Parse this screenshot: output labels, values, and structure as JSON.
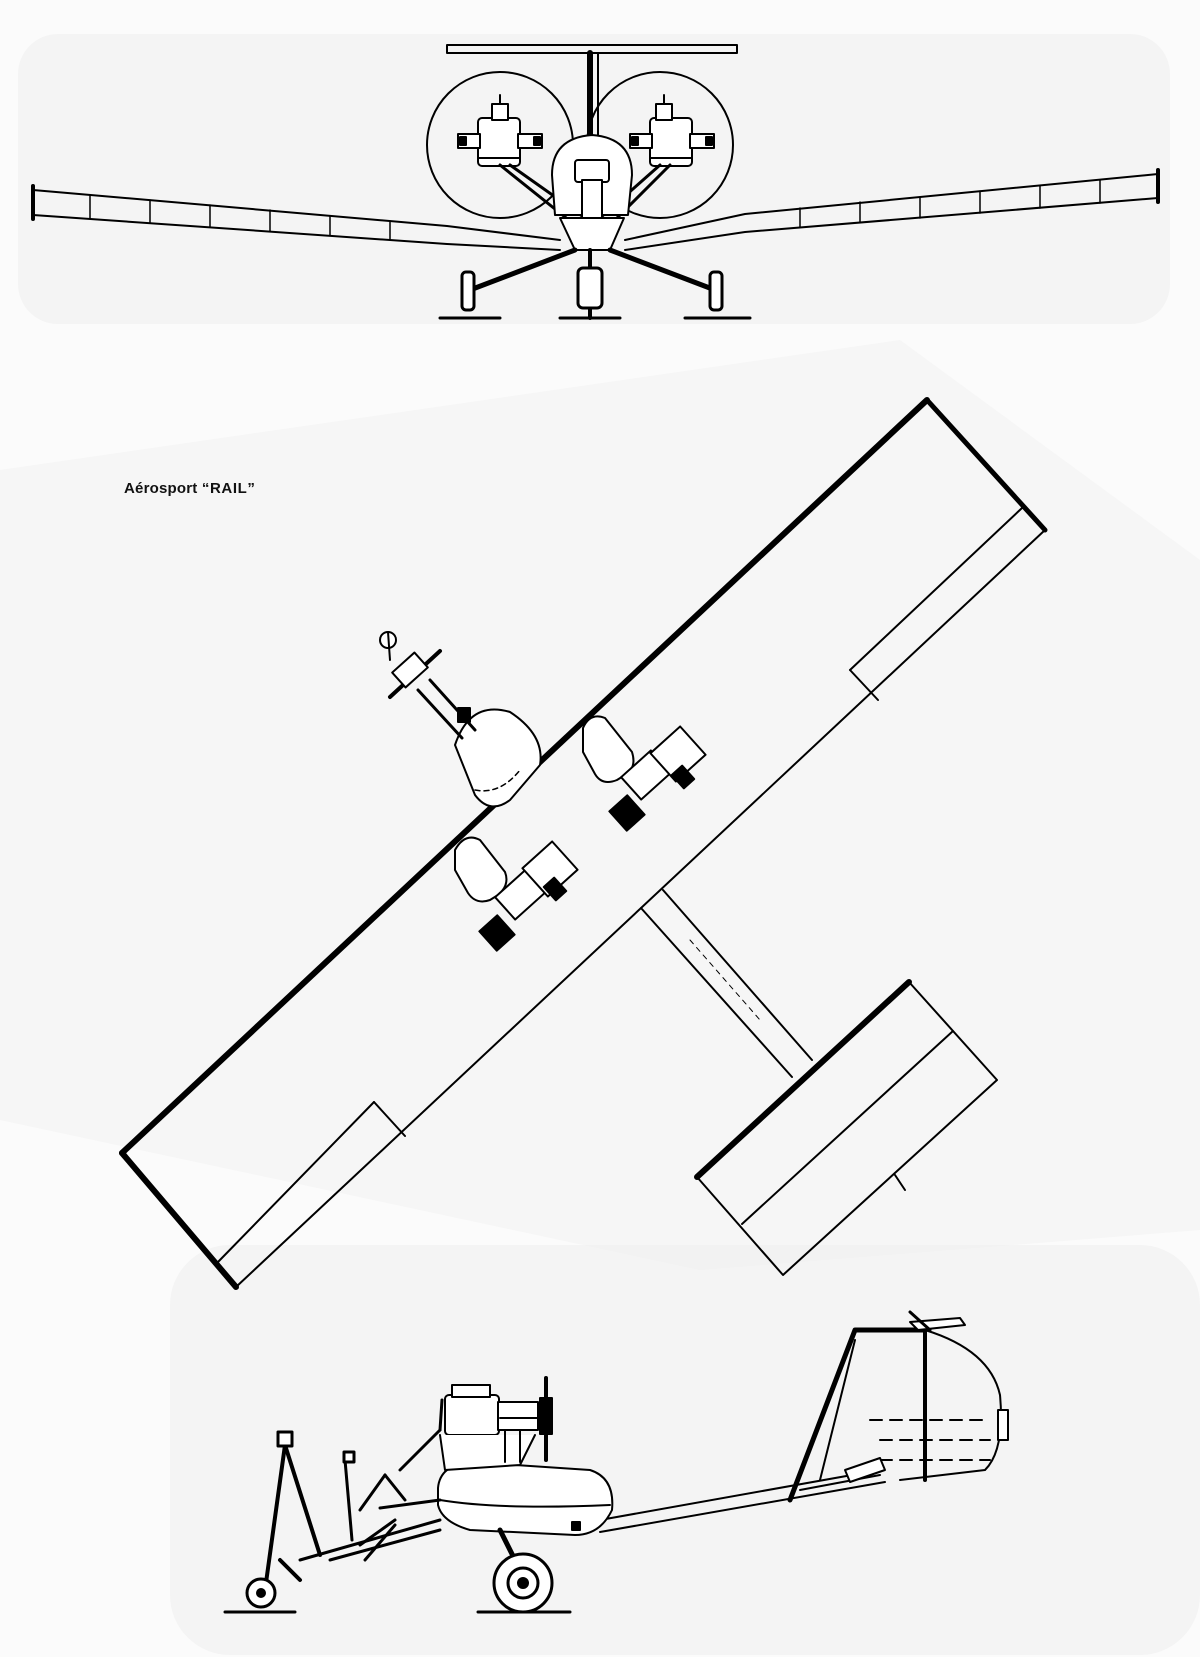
{
  "caption": {
    "name": "Aérosport",
    "model": "“RAIL”"
  },
  "views": [
    "front",
    "plan",
    "side"
  ],
  "colors": {
    "ink": "#000000",
    "paper": "#fbfbfb",
    "paper_shade": "#eeeeee"
  }
}
